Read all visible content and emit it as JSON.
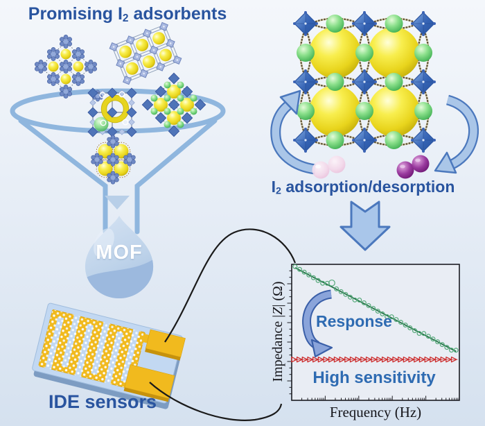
{
  "title": {
    "pre": "Promising I",
    "sub": "2",
    "post": " adsorbents"
  },
  "cycle_label": {
    "pre": "I",
    "sub": "2",
    "post": " adsorption/desorption"
  },
  "droplet_label": "MOF",
  "sensor_label": "IDE sensors",
  "chart": {
    "xlabel": "Frequency (Hz)",
    "ylabel": {
      "pre": "Impedance |",
      "italic": "Z",
      "post": "| (Ω)"
    },
    "response_label": "Response",
    "sensitivity_label": "High sensitivity"
  },
  "colors": {
    "label_blue": "#29549f",
    "annotation_blue": "#2e6bb2",
    "arrow_fill": "#a9c6ea",
    "arrow_stroke": "#4b78bd",
    "funnel_blue": "#8fb6de",
    "gold_electrode": "#f1ba1e",
    "substrate_blue": "#c2d8f2",
    "yellow_sphere": "#e8d41c",
    "green_sphere": "#4cb85c",
    "octahedron_blue": "#3b69b8",
    "iodine_purple": "#8b2f92",
    "iodine_pink_faded": "#f2d4e6",
    "green_series_marker": "#53a878",
    "green_series_line": "#1d6b3f",
    "red_series": "#cc2a2a"
  },
  "chart_data": {
    "type": "line",
    "title": "",
    "xlabel": "Frequency (Hz)",
    "ylabel": "Impedance |Z| (Ω)",
    "x_scale": "log",
    "y_scale": "log",
    "axis_tick_labels": "none (schematic plot, unlabeled log ticks)",
    "legend": "none",
    "annotations": [
      "Response",
      "High sensitivity"
    ],
    "series": [
      {
        "name": "upper series - open circles with linear fit (high impedance, decreasing with frequency)",
        "marker": "circle",
        "marker_color": "#53a878",
        "line_color": "#1d6b3f",
        "n_points": 36,
        "start_frac": {
          "x": 0.02,
          "y": 0.025
        },
        "end_frac": {
          "x": 0.98,
          "y": 0.64
        }
      },
      {
        "name": "lower series - open right-pointing triangles (low flat impedance)",
        "marker": "triangle-right",
        "marker_color": "#cc2a2a",
        "line_color": "#cc2a2a",
        "n_points": 31,
        "y_frac": 0.7,
        "x_start_frac": 0.012,
        "x_end_frac": 0.965
      }
    ]
  }
}
